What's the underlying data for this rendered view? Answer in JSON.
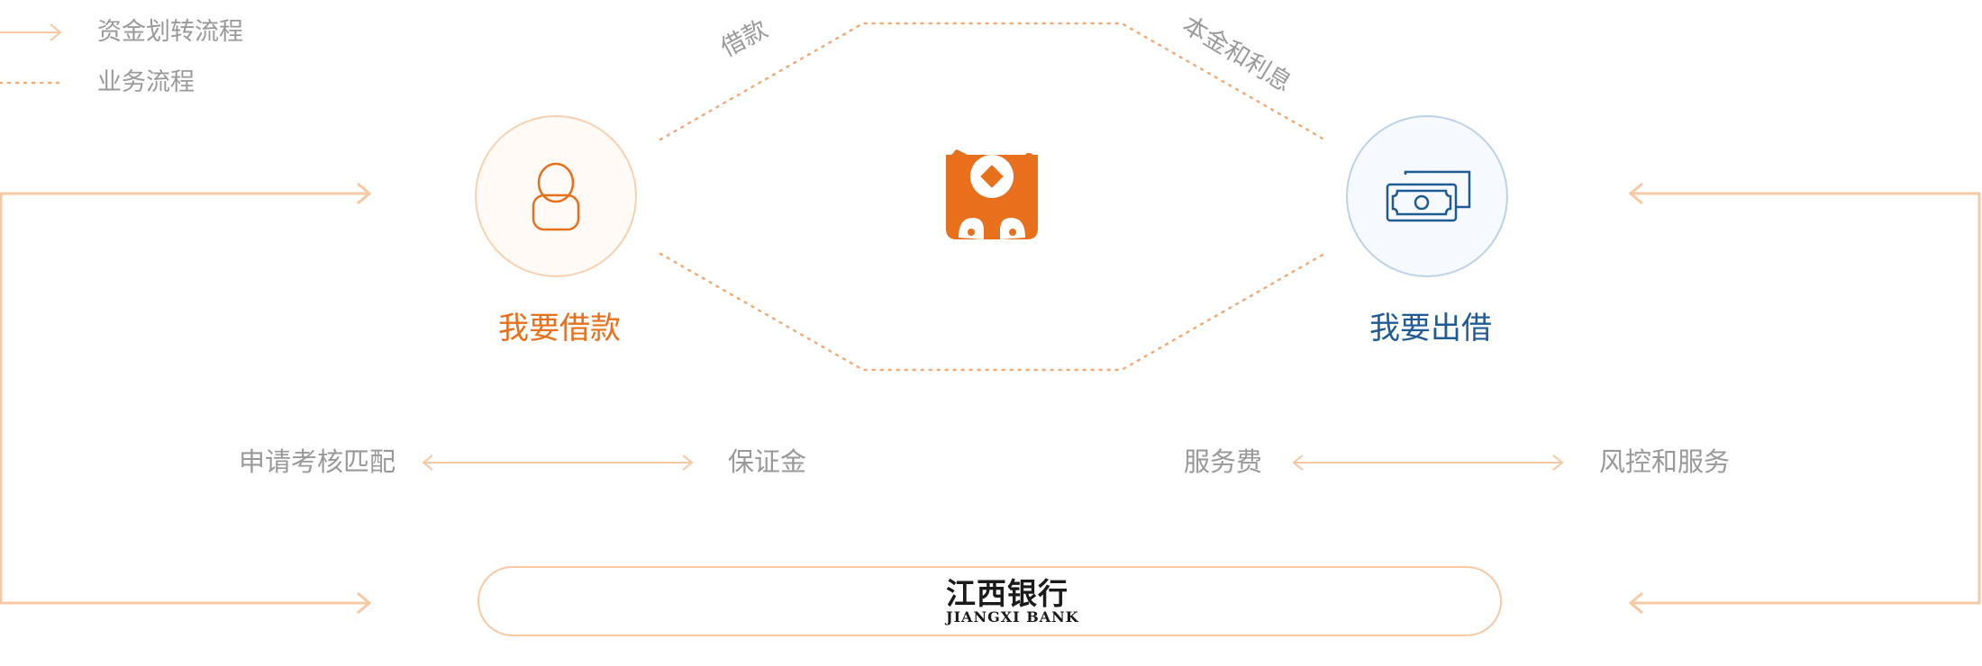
{
  "legend": {
    "transfer_label": "资金划转流程",
    "business_label": "业务流程"
  },
  "borrower": {
    "label": "我要借款",
    "color": "#e8701c"
  },
  "lender": {
    "label": "我要出借",
    "color": "#1f5b94"
  },
  "routes": {
    "upper_left_label": "借款",
    "upper_right_label": "本金和利息"
  },
  "flows": {
    "left_from": "申请考核匹配",
    "left_to": "保证金",
    "right_from": "服务费",
    "right_to": "风控和服务"
  },
  "bank": {
    "name_cn": "江西银行",
    "name_en": "JIANGXI BANK"
  },
  "colors": {
    "line": "#f6c9a4",
    "dotted": "#efab7a",
    "arrow": "#f5c7a2",
    "mascot": "#e8701c",
    "bank_green": "#1a9a5c",
    "bank_blue": "#1f5fae"
  },
  "icons": {
    "borrower": "person-icon",
    "lender": "money-icon",
    "center": "mascot-icon",
    "bank": "bank-logo-icon"
  }
}
